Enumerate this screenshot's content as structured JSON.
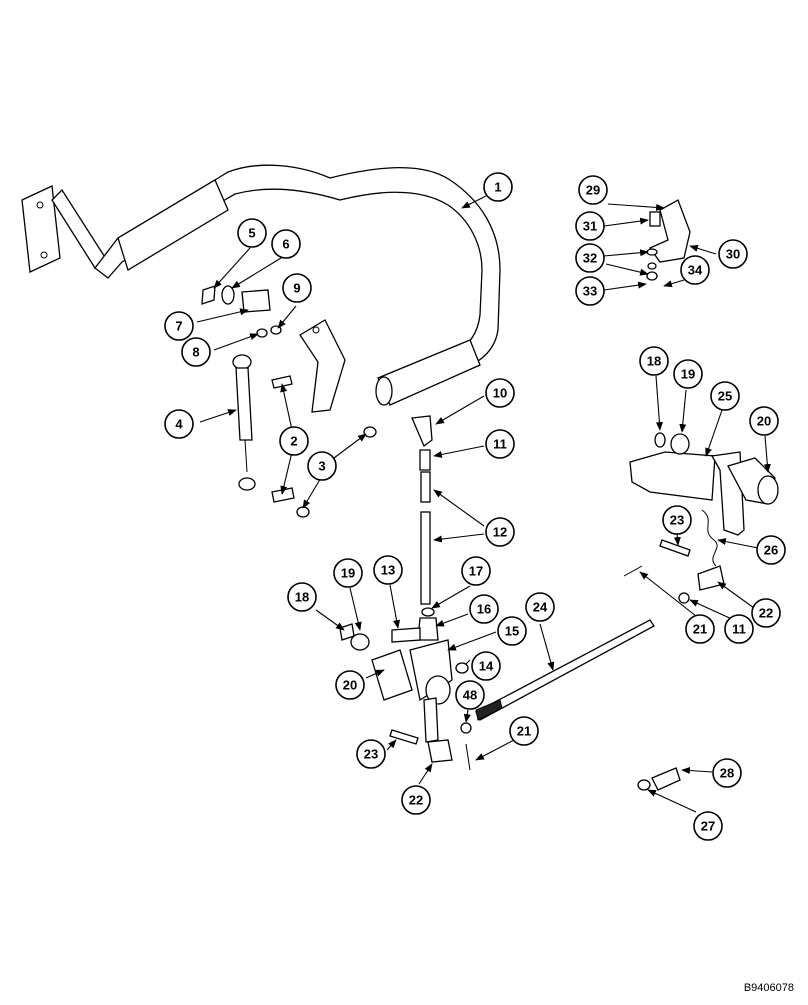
{
  "figure_code": "B9406078",
  "callouts": [
    "1",
    "2",
    "3",
    "4",
    "5",
    "6",
    "7",
    "8",
    "9",
    "10",
    "11",
    "12",
    "13",
    "14",
    "15",
    "16",
    "17",
    "18",
    "19",
    "20",
    "21",
    "22",
    "23",
    "24",
    "25",
    "26",
    "27",
    "28",
    "29",
    "30",
    "31",
    "32",
    "33",
    "34",
    "48"
  ]
}
